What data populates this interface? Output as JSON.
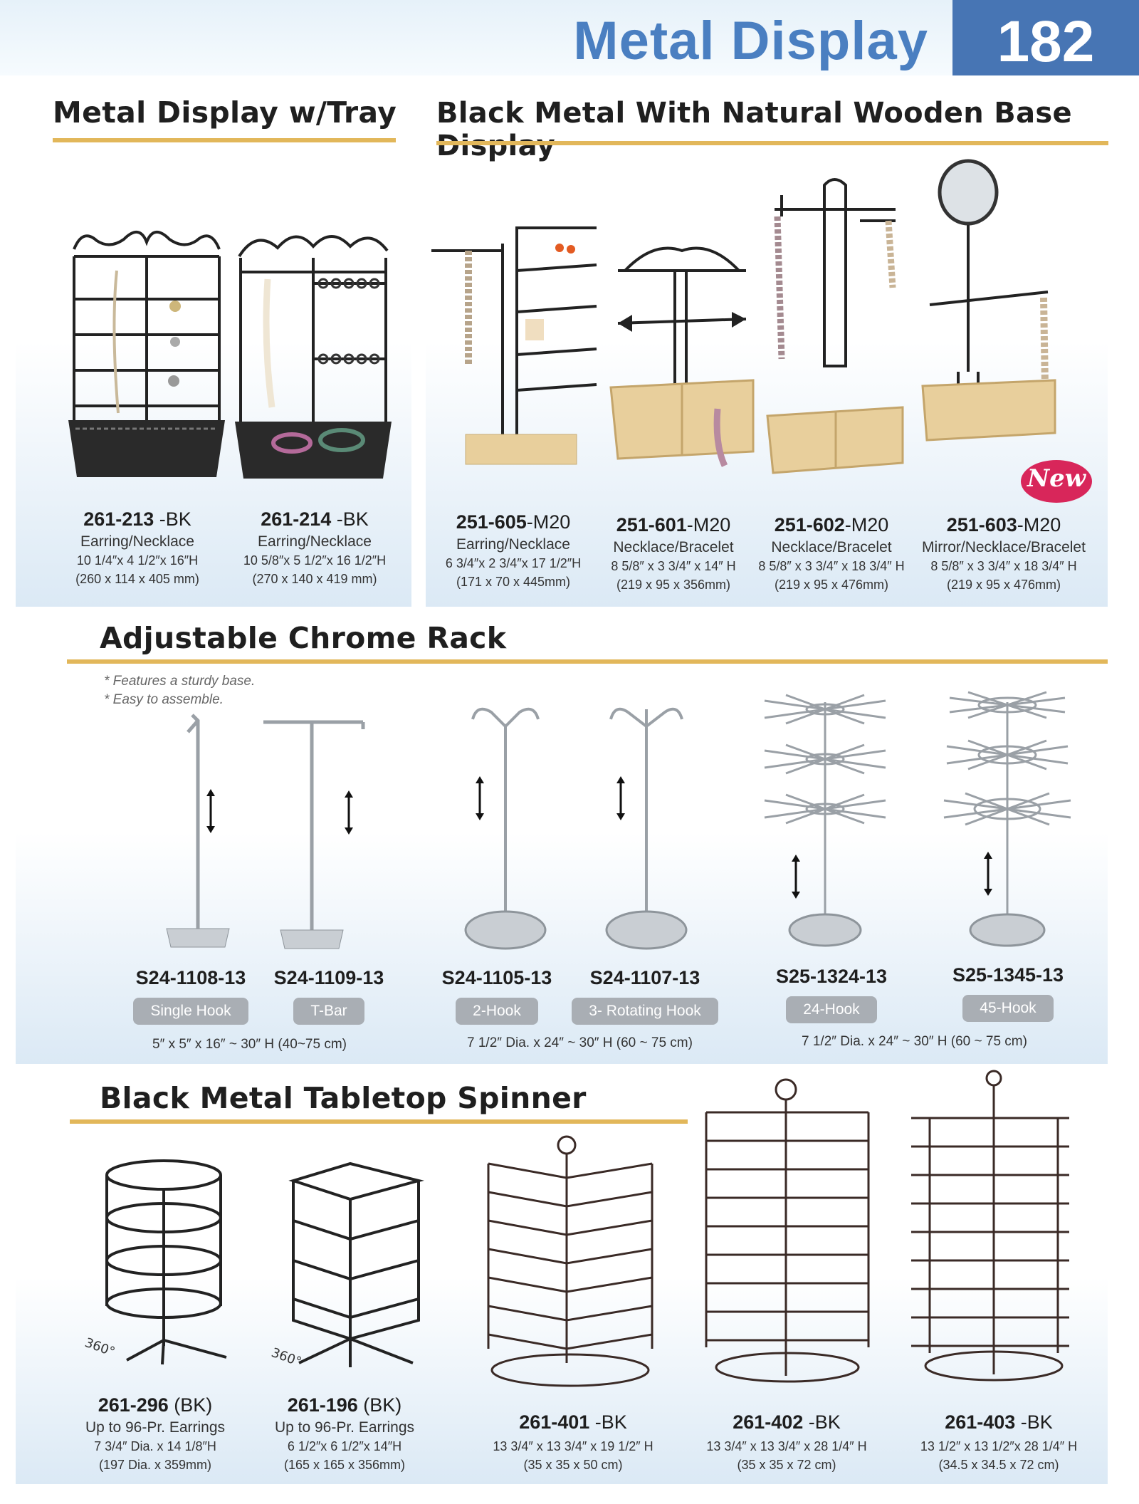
{
  "header": {
    "title": "Metal Display",
    "page_number": "182"
  },
  "sections": {
    "tray": {
      "title": "Metal Display w/Tray",
      "products": [
        {
          "sku": "261-213",
          "suffix": " -BK",
          "type": "Earring/Necklace",
          "dims_imperial": "10 1/4″x 4 1/2″x 16″H",
          "dims_metric": "(260 x 114 x 405 mm)"
        },
        {
          "sku": "261-214",
          "suffix": " -BK",
          "type": "Earring/Necklace",
          "dims_imperial": "10 5/8″x 5 1/2″x 16 1/2″H",
          "dims_metric": "(270 x 140 x 419 mm)"
        }
      ]
    },
    "wooden": {
      "title": "Black Metal With Natural Wooden Base Display",
      "badge": "New",
      "products": [
        {
          "sku": "251-605",
          "suffix": "-M20",
          "type": "Earring/Necklace",
          "dims_imperial": "6 3/4″x 2 3/4″x 17 1/2″H",
          "dims_metric": "(171 x 70 x 445mm)"
        },
        {
          "sku": "251-601",
          "suffix": "-M20",
          "type": "Necklace/Bracelet",
          "dims_imperial": "8 5/8″ x 3 3/4″ x 14″ H",
          "dims_metric": "(219 x 95 x 356mm)"
        },
        {
          "sku": "251-602",
          "suffix": "-M20",
          "type": "Necklace/Bracelet",
          "dims_imperial": "8 5/8″ x 3 3/4″ x 18 3/4″ H",
          "dims_metric": "(219 x 95 x 476mm)"
        },
        {
          "sku": "251-603",
          "suffix": "-M20",
          "type": "Mirror/Necklace/Bracelet",
          "dims_imperial": "8 5/8″ x 3 3/4″ x 18 3/4″ H",
          "dims_metric": "(219 x 95 x 476mm)"
        }
      ]
    },
    "chrome": {
      "title": "Adjustable Chrome Rack",
      "notes": [
        "* Features a sturdy base.",
        "* Easy to assemble."
      ],
      "products": [
        {
          "sku": "S24-1108-13",
          "label": "Single Hook"
        },
        {
          "sku": "S24-1109-13",
          "label": "T-Bar"
        },
        {
          "sku": "S24-1105-13",
          "label": "2-Hook"
        },
        {
          "sku": "S24-1107-13",
          "label": "3- Rotating Hook"
        },
        {
          "sku": "S25-1324-13",
          "label": "24-Hook"
        },
        {
          "sku": "S25-1345-13",
          "label": "45-Hook"
        }
      ],
      "group_dims": [
        "5″ x 5″ x 16″ ~ 30″ H  (40~75 cm)",
        "7 1/2″ Dia. x 24″ ~ 30″ H  (60 ~ 75 cm)",
        "7 1/2″ Dia. x 24″ ~ 30″ H (60 ~ 75 cm)"
      ]
    },
    "spinner": {
      "title": "Black Metal Tabletop Spinner",
      "rotation_label": "360°",
      "products": [
        {
          "sku": "261-296",
          "suffix": " (BK)",
          "type": "Up to 96-Pr. Earrings",
          "dims_imperial": "7 3/4″ Dia. x 14 1/8″H",
          "dims_metric": "(197 Dia. x 359mm)"
        },
        {
          "sku": "261-196",
          "suffix": " (BK)",
          "type": "Up to 96-Pr. Earrings",
          "dims_imperial": "6 1/2″x 6 1/2″x 14″H",
          "dims_metric": "(165 x 165 x 356mm)"
        },
        {
          "sku": "261-401",
          "suffix": " -BK",
          "dims_imperial": "13 3/4″ x 13 3/4″ x 19 1/2″ H",
          "dims_metric": "(35 x 35 x 50 cm)"
        },
        {
          "sku": "261-402",
          "suffix": " -BK",
          "dims_imperial": "13 3/4″ x 13 3/4″ x 28 1/4″ H",
          "dims_metric": "(35 x 35 x 72 cm)"
        },
        {
          "sku": "261-403",
          "suffix": " -BK",
          "dims_imperial": "13 1/2″ x 13 1/2″x 28 1/4″ H",
          "dims_metric": "(34.5 x 34.5 x 72 cm)"
        }
      ]
    }
  },
  "colors": {
    "header_blue": "#4775b4",
    "title_blue": "#4a7fc1",
    "rule_gold": "#e2b75a",
    "pill_gray": "#a9aeb4",
    "badge_pink": "#d8265a",
    "wood": "#e8cf9c"
  }
}
